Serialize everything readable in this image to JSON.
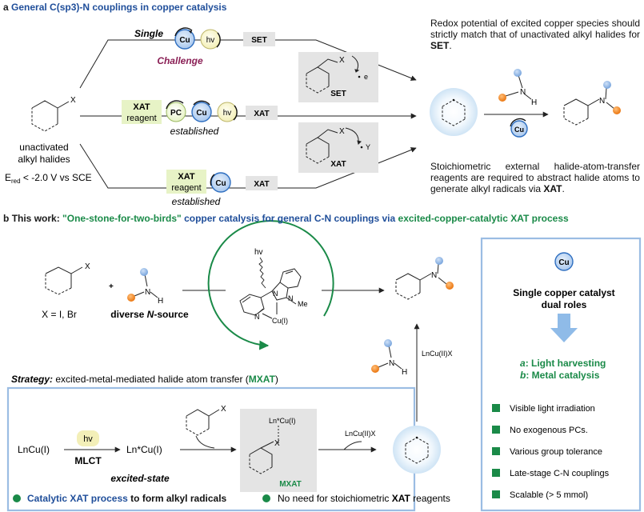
{
  "section_a": {
    "label": "a",
    "title": "General C(sp3)-N couplings in copper catalysis",
    "route_single": "Single",
    "challenge": "Challenge",
    "cu": "Cu",
    "hv": "hv",
    "pc": "PC",
    "set": "SET",
    "xat": "XAT",
    "xat_reagent_1": "XAT",
    "xat_reagent_2": "reagent",
    "established": "established",
    "halide_x": "X",
    "radical_e": "e",
    "radical_y": "Y",
    "sub_name_1": "unactivated",
    "sub_name_2": "alkyl halides",
    "ered_main": "E",
    "ered_sub": "red",
    "ered_rest": " < -2.0 V vs SCE",
    "amine_n": "N",
    "amine_h": "H",
    "redox_line1": "Redox potential of excited copper species",
    "redox_line2": "should strictly match that of unactivated alkyl",
    "redox_line3_pre": "halides for ",
    "redox_line3_bold": "SET",
    "redox_line3_post": ".",
    "stoich_line1": "Stoichiometric external halide-atom-transfer",
    "stoich_line2": "reagents are required to abstract halide",
    "stoich_line3_pre": "atoms to generate alkyl radicals via ",
    "stoich_line3_bold": "XAT",
    "stoich_line3_post": "."
  },
  "section_b": {
    "label": "b",
    "this_work": "This work:",
    "quote": "\"One-stone-for-two-birds\"",
    "mid": "copper catalysis for general C-N couplings via",
    "tail": "excited-copper-catalytic XAT process",
    "halide_x": "X",
    "x_def": "X = I, Br",
    "plus": "+",
    "n_source_pre": "diverse ",
    "n_source_italic": "N",
    "n_source_post": "-source",
    "hv": "hv",
    "cu1": "Cu(I)",
    "me": "Me",
    "n_atom": "N",
    "lncu2x": "LnCu(II)X",
    "strategy_label": "Strategy:",
    "strategy_text": " excited-metal-mediated halide atom transfer (",
    "strategy_mxat": "MXAT",
    "strategy_close": ")",
    "lncu1": "LnCu(I)",
    "mlct": "MLCT",
    "lnstar": "Ln*Cu(I)",
    "excited_state": "excited-state",
    "mxat": "MXAT",
    "cat_xat_blue": "Catalytic XAT process",
    "cat_xat_rest": " to form alkyl radicals",
    "no_need_pre": "No need for stoichiometric ",
    "no_need_bold": "XAT",
    "no_need_post": " reagents",
    "cu_badge": "Cu",
    "single_cat_1": "Single copper catalyst",
    "single_cat_2": "dual roles",
    "role_a_key": "a",
    "role_a": ": Light harvesting",
    "role_b_key": "b",
    "role_b": ": Metal catalysis",
    "features": [
      "Visible light irradiation",
      "No exogenous PCs.",
      "Various group tolerance",
      "Late-stage C-N couplings",
      "Scalable (> 5 mmol)"
    ]
  },
  "colors": {
    "title_blue": "#1f4e9a",
    "green": "#1a8a48",
    "challenge": "#8a1f55",
    "box_border": "#9bbde3",
    "gray_box": "#e4e4e4",
    "atom_blue": "#8fb6e6",
    "atom_orange": "#f08020",
    "cu_ring": "#2f6fc0"
  }
}
